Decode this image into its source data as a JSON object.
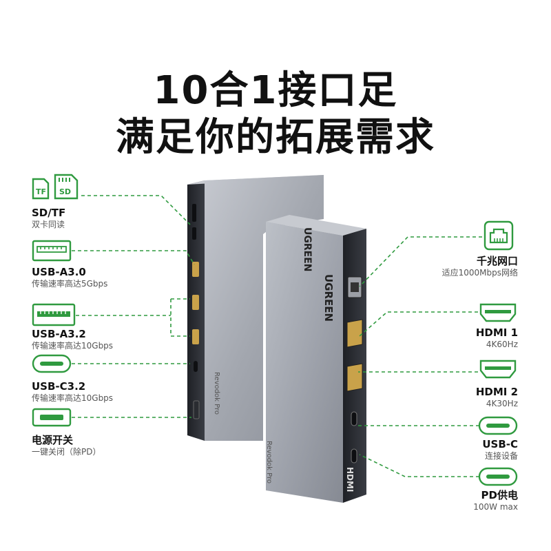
{
  "headline": {
    "line1": "10合1接口足",
    "line2": "满足你的拓展需求"
  },
  "left_ports": [
    {
      "name": "SD/TF",
      "desc": "双卡同读",
      "icon": "sd-tf-card-icon"
    },
    {
      "name": "USB-A3.0",
      "desc": "传输速率高达5Gbps",
      "icon": "usb-a-port-icon"
    },
    {
      "name": "USB-A3.2",
      "desc": "传输速率高达10Gbps",
      "icon": "usb-a-port-icon"
    },
    {
      "name": "USB-C3.2",
      "desc": "传输速率高达10Gbps",
      "icon": "usb-c-port-icon"
    },
    {
      "name": "电源开关",
      "desc": "一键关闭（除PD）",
      "icon": "power-switch-icon"
    }
  ],
  "right_ports": [
    {
      "name": "千兆网口",
      "desc": "适应1000Mbps网络",
      "icon": "ethernet-port-icon"
    },
    {
      "name": "HDMI 1",
      "desc": "4K60Hz",
      "icon": "hdmi-port-icon"
    },
    {
      "name": "HDMI 2",
      "desc": "4K30Hz",
      "icon": "hdmi-port-icon"
    },
    {
      "name": "USB-C",
      "desc": "连接设备",
      "icon": "usb-c-port-icon"
    },
    {
      "name": "PD供电",
      "desc": "100W max",
      "icon": "usb-c-port-icon"
    }
  ],
  "card_labels": {
    "tf": "TF",
    "sd": "SD"
  },
  "product": {
    "brand": "UGREEN",
    "model": "Revodok Pro",
    "hdmi_mark": "HDMI"
  },
  "colors": {
    "accent_green": "#2f9a3f",
    "device_body": "#a6a9b1",
    "device_edge": "#2b2d33"
  }
}
